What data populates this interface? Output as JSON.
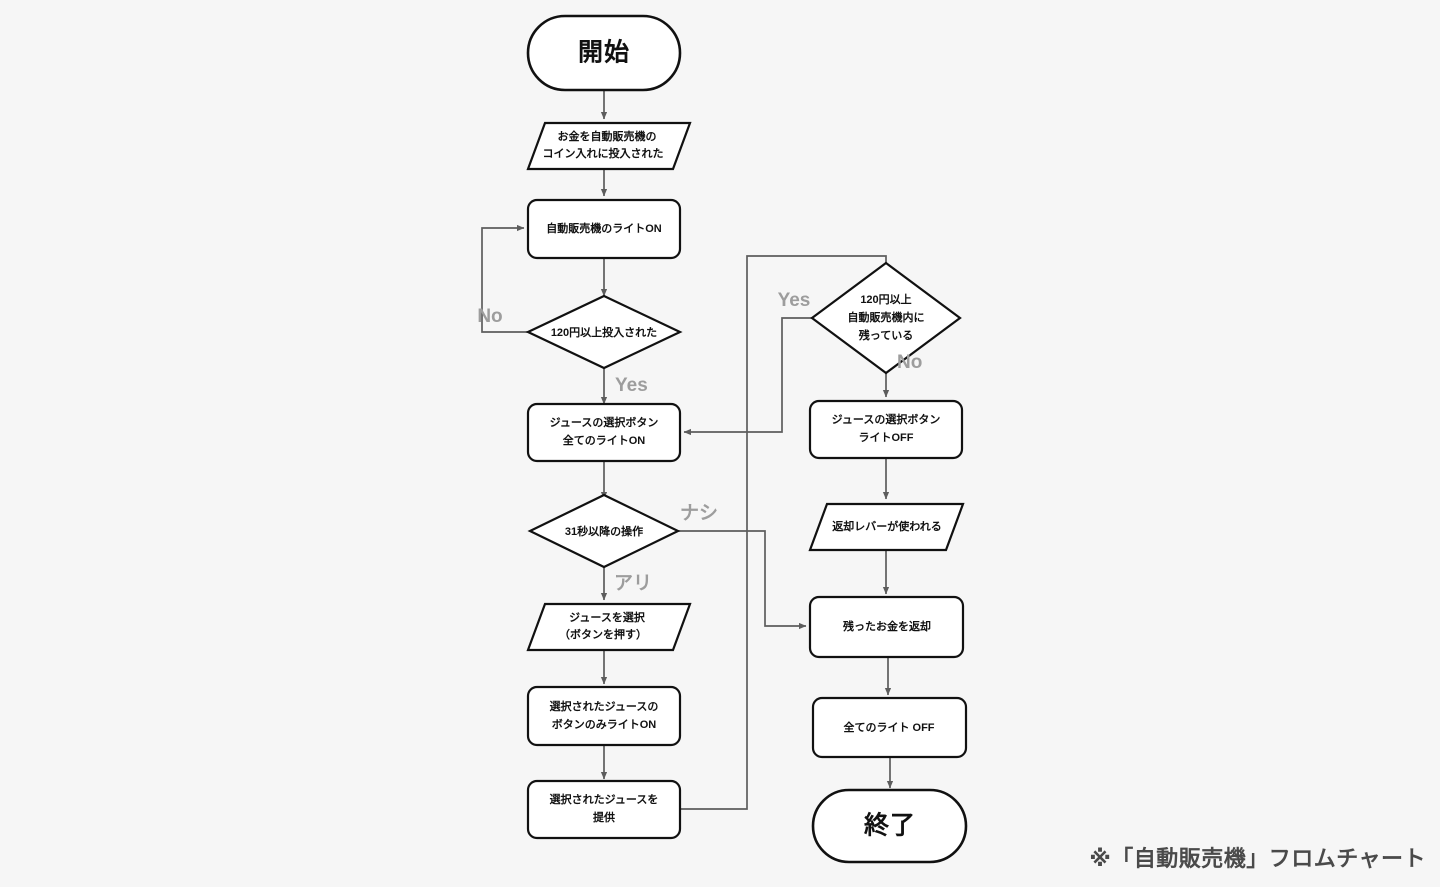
{
  "page": {
    "background_color": "#f6f6f6",
    "caption": "※「自動販売機」フロムチャート",
    "caption_color": "#4a4a4a"
  },
  "theme": {
    "node_fill": "#ffffff",
    "node_stroke": "#111111",
    "connector_stroke": "#5d5d5d",
    "branch_label_color": "#9d9d9d"
  },
  "chart_data": {
    "type": "diagram",
    "title": "※「自動販売機」フロムチャート",
    "nodes": [
      {
        "id": "start",
        "shape": "terminal",
        "lines": [
          "開始"
        ]
      },
      {
        "id": "insert-coin",
        "shape": "parallelogram",
        "lines": [
          "お金を自動販売機の",
          "コイン入れに投入された"
        ]
      },
      {
        "id": "light-on",
        "shape": "process",
        "lines": [
          "自動販売機のライトON"
        ]
      },
      {
        "id": "check-120",
        "shape": "decision",
        "lines": [
          "120円以上投入された"
        ]
      },
      {
        "id": "all-btn-on",
        "shape": "process",
        "lines": [
          "ジュースの選択ボタン",
          "全てのライトON"
        ]
      },
      {
        "id": "timeout-31",
        "shape": "decision",
        "lines": [
          "31秒以降の操作"
        ]
      },
      {
        "id": "select-juice",
        "shape": "parallelogram",
        "lines": [
          "ジュースを選択",
          "（ボタンを押す）"
        ]
      },
      {
        "id": "only-btn-on",
        "shape": "process",
        "lines": [
          "選択されたジュースの",
          "ボタンのみライトON"
        ]
      },
      {
        "id": "serve-juice",
        "shape": "process",
        "lines": [
          "選択されたジュースを",
          "提供"
        ]
      },
      {
        "id": "check-remain",
        "shape": "decision",
        "lines": [
          "120円以上",
          "自動販売機内に",
          "残っている"
        ]
      },
      {
        "id": "btn-off",
        "shape": "process",
        "lines": [
          "ジュースの選択ボタン",
          "ライトOFF"
        ]
      },
      {
        "id": "return-lever",
        "shape": "parallelogram",
        "lines": [
          "返却レバーが使われる"
        ]
      },
      {
        "id": "refund",
        "shape": "process",
        "lines": [
          "残ったお金を返却"
        ]
      },
      {
        "id": "all-light-off",
        "shape": "process",
        "lines": [
          "全てのライト OFF"
        ]
      },
      {
        "id": "end",
        "shape": "terminal",
        "lines": [
          "終了"
        ]
      }
    ],
    "edges": [
      {
        "from": "start",
        "to": "insert-coin",
        "label": ""
      },
      {
        "from": "insert-coin",
        "to": "light-on",
        "label": ""
      },
      {
        "from": "light-on",
        "to": "check-120",
        "label": ""
      },
      {
        "from": "check-120",
        "to": "light-on",
        "label": "No"
      },
      {
        "from": "check-120",
        "to": "all-btn-on",
        "label": "Yes"
      },
      {
        "from": "all-btn-on",
        "to": "timeout-31",
        "label": ""
      },
      {
        "from": "timeout-31",
        "to": "select-juice",
        "label": "アリ"
      },
      {
        "from": "timeout-31",
        "to": "refund",
        "label": "ナシ"
      },
      {
        "from": "select-juice",
        "to": "only-btn-on",
        "label": ""
      },
      {
        "from": "only-btn-on",
        "to": "serve-juice",
        "label": ""
      },
      {
        "from": "serve-juice",
        "to": "check-remain",
        "label": ""
      },
      {
        "from": "check-remain",
        "to": "all-btn-on",
        "label": "Yes"
      },
      {
        "from": "check-remain",
        "to": "btn-off",
        "label": "No"
      },
      {
        "from": "btn-off",
        "to": "return-lever",
        "label": ""
      },
      {
        "from": "return-lever",
        "to": "refund",
        "label": ""
      },
      {
        "from": "refund",
        "to": "all-light-off",
        "label": ""
      },
      {
        "from": "all-light-off",
        "to": "end",
        "label": ""
      }
    ],
    "branch_labels": [
      "No",
      "Yes",
      "ナシ",
      "アリ",
      "Yes",
      "No"
    ]
  },
  "nodes": {
    "start": {
      "text": "開始"
    },
    "insert_coin": {
      "line1": "お金を自動販売機の",
      "line2": "コイン入れに投入された"
    },
    "light_on": {
      "line1": "自動販売機のライトON"
    },
    "check_120": {
      "line1": "120円以上投入された"
    },
    "all_btn_on": {
      "line1": "ジュースの選択ボタン",
      "line2": "全てのライトON"
    },
    "timeout_31": {
      "line1": "31秒以降の操作"
    },
    "select_juice": {
      "line1": "ジュースを選択",
      "line2": "（ボタンを押す）"
    },
    "only_btn_on": {
      "line1": "選択されたジュースの",
      "line2": "ボタンのみライトON"
    },
    "serve_juice": {
      "line1": "選択されたジュースを",
      "line2": "提供"
    },
    "check_remain": {
      "line1": "120円以上",
      "line2": "自動販売機内に",
      "line3": "残っている"
    },
    "btn_off": {
      "line1": "ジュースの選択ボタン",
      "line2": "ライトOFF"
    },
    "return_lever": {
      "line1": "返却レバーが使われる"
    },
    "refund": {
      "line1": "残ったお金を返却"
    },
    "all_light_off": {
      "line1": "全てのライト OFF"
    },
    "end": {
      "text": "終了"
    }
  },
  "labels": {
    "no_loop_120": "No",
    "yes_120": "Yes",
    "nashi_31": "ナシ",
    "ari_31": "アリ",
    "yes_remain": "Yes",
    "no_remain": "No"
  }
}
